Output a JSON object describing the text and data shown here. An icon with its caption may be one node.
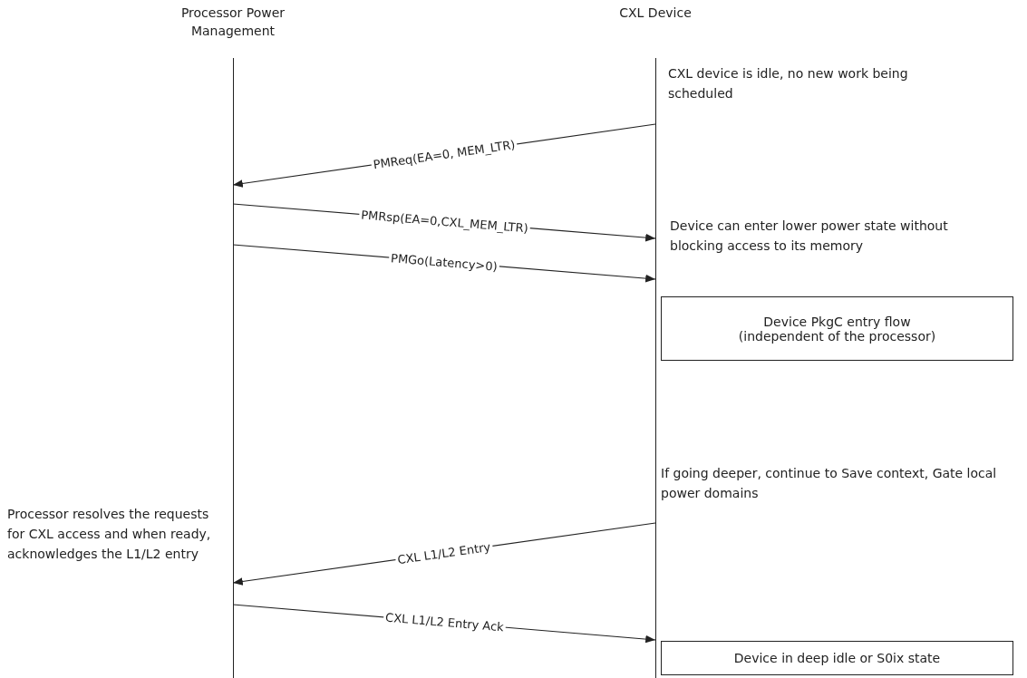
{
  "diagram": {
    "nodes": [
      {
        "text": [
          "Processor Power Management"
        ]
      },
      {
        "text": [
          "CXL Device"
        ]
      },
      {
        "text": [
          "Device PkgC entry flow (independent of the processor)"
        ]
      },
      {
        "text": [
          "Device in deep idle or S0ix state"
        ]
      }
    ],
    "edges": [
      {
        "from": 1,
        "to": 0,
        "arrow": "to",
        "label": "PMReq(EA=0, MEM_LTR)"
      },
      {
        "from": 0,
        "to": 1,
        "arrow": "to",
        "label": "PMRsp(EA=0,CXL_MEM_LTR)"
      },
      {
        "from": 0,
        "to": 1,
        "arrow": "to",
        "label": "PMGo(Latency>0)"
      },
      {
        "from": 1,
        "to": 0,
        "arrow": "to",
        "label": "CXL L1/L2 Entry"
      },
      {
        "from": 0,
        "to": 1,
        "arrow": "to",
        "label": "CXL L1/L2 Entry Ack"
      }
    ],
    "labels": [
      "CXL device is idle, no new work being scheduled",
      "Device can enter lower power state without blocking access to its memory",
      "If going deeper, continue to Save context, Gate local power domains",
      "Processor resolves the requests for CXL access and when ready, acknowledges the L1/L2 entry"
    ]
  }
}
